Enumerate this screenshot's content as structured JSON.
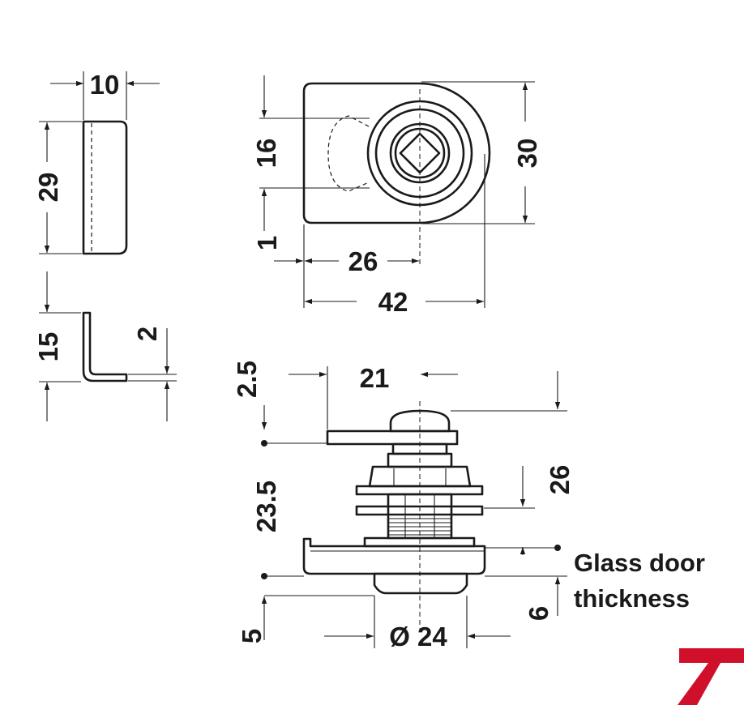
{
  "dimensions": {
    "clip_width": "10",
    "clip_height": "29",
    "clip_leg_height": "15",
    "clip_thickness": "2",
    "cam_height": "16",
    "body_height": "30",
    "offset": "1",
    "center_distance": "26",
    "body_width": "42",
    "cam_thickness": "2.5",
    "cam_length": "21",
    "lock_length": "23.5",
    "glass_range": "26",
    "flange_height": "6",
    "barrel_height": "5",
    "barrel_diameter": "Ø 24"
  },
  "labels": {
    "glass_line1": "Glass door",
    "glass_line2": "thickness"
  },
  "logo": {
    "color": "#d0102b"
  }
}
